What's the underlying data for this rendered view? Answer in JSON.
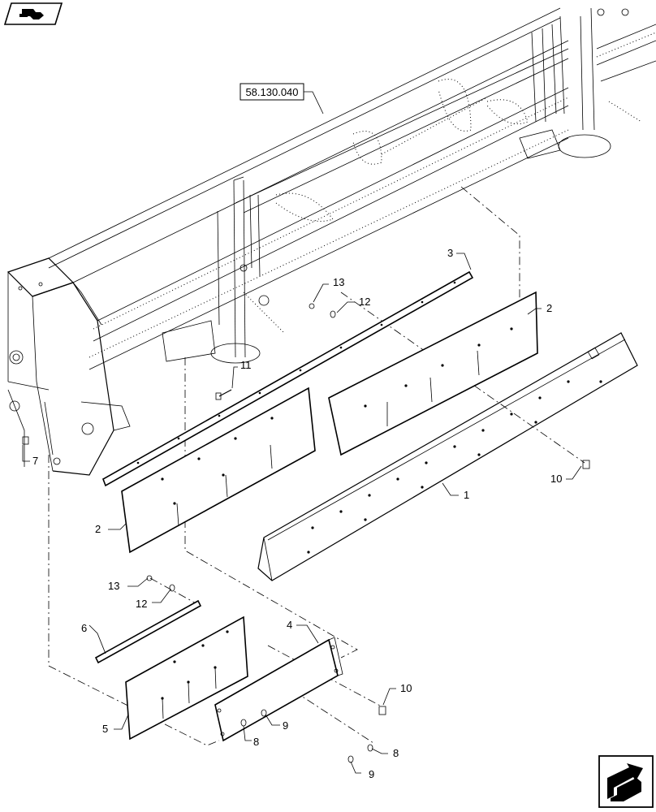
{
  "reference_box": "58.130.040",
  "callouts": [
    {
      "id": "c1",
      "label": "1"
    },
    {
      "id": "c2a",
      "label": "2"
    },
    {
      "id": "c2b",
      "label": "2"
    },
    {
      "id": "c3",
      "label": "3"
    },
    {
      "id": "c4",
      "label": "4"
    },
    {
      "id": "c5",
      "label": "5"
    },
    {
      "id": "c6",
      "label": "6"
    },
    {
      "id": "c7",
      "label": "7"
    },
    {
      "id": "c8a",
      "label": "8"
    },
    {
      "id": "c8b",
      "label": "8"
    },
    {
      "id": "c9a",
      "label": "9"
    },
    {
      "id": "c9b",
      "label": "9"
    },
    {
      "id": "c10a",
      "label": "10"
    },
    {
      "id": "c10b",
      "label": "10"
    },
    {
      "id": "c11",
      "label": "11"
    },
    {
      "id": "c12a",
      "label": "12"
    },
    {
      "id": "c12b",
      "label": "12"
    },
    {
      "id": "c13a",
      "label": "13"
    },
    {
      "id": "c13b",
      "label": "13"
    }
  ],
  "icons": {
    "top_left": "previous-page-icon",
    "bottom_right": "next-page-icon"
  }
}
